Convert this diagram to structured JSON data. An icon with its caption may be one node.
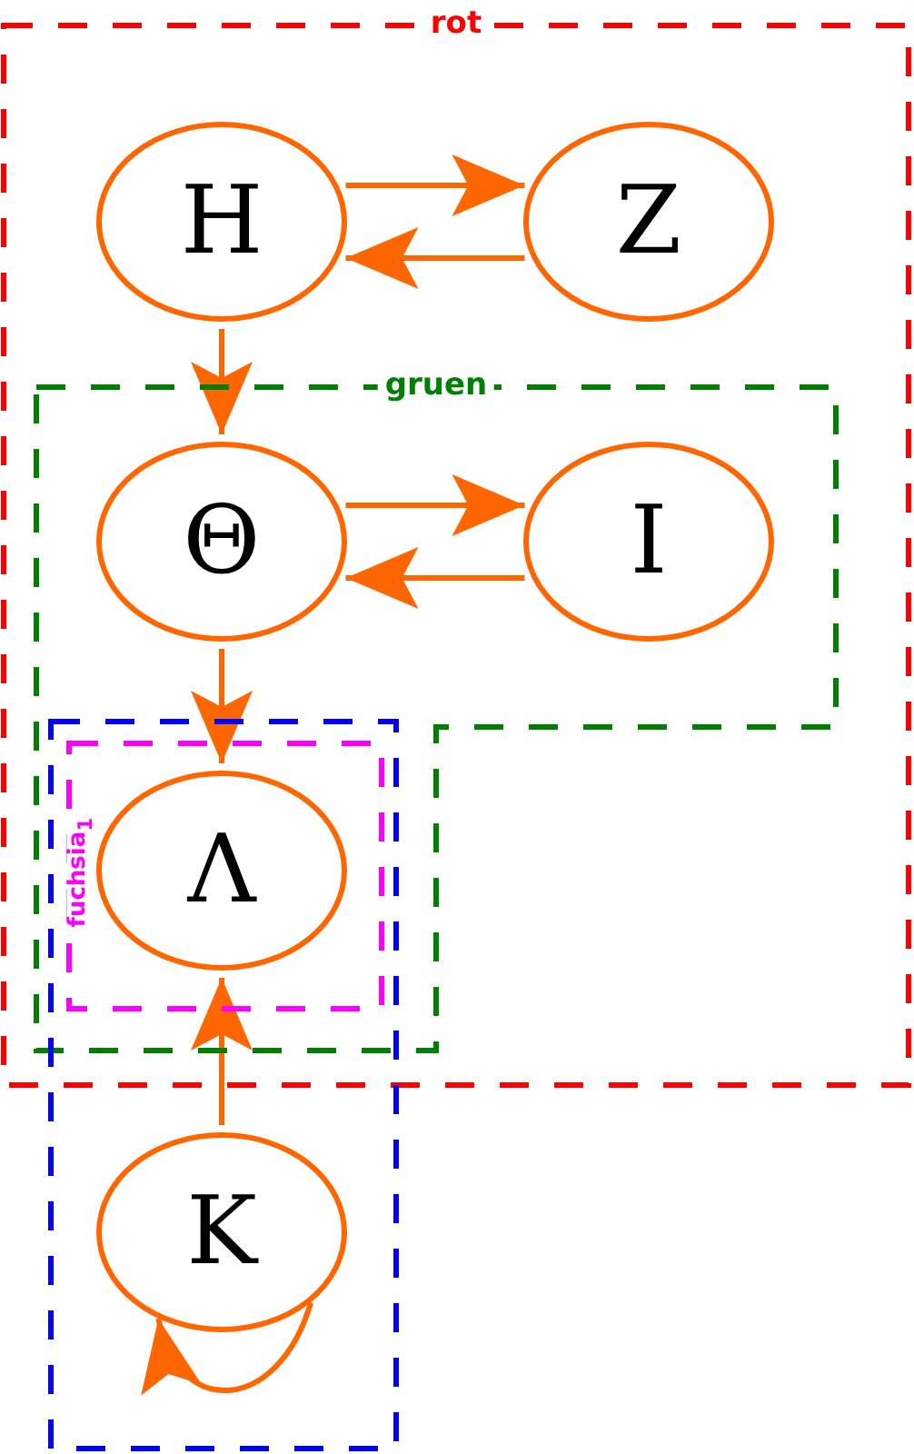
{
  "diagram": {
    "nodes": [
      {
        "text": [
          "rot"
        ]
      },
      {
        "text": [
          "H"
        ],
        "in": 0
      },
      {
        "text": [
          "Z"
        ],
        "in": 0
      },
      {
        "text": [
          "gruen"
        ],
        "in": 0
      },
      {
        "text": [
          "Θ"
        ],
        "in": 3
      },
      {
        "text": [
          "I"
        ],
        "in": 3
      },
      {
        "text": [],
        "shape": "box"
      },
      {
        "text": [
          "fuchsia$_{1}$"
        ]
      },
      {
        "text": [
          "Λ"
        ],
        "in": 7
      },
      {
        "text": [
          "K"
        ],
        "in": 6
      }
    ],
    "edges": [
      {
        "from": 1,
        "to": 2,
        "arrow": "to"
      },
      {
        "from": 2,
        "to": 1,
        "arrow": "to"
      },
      {
        "from": 1,
        "to": 4,
        "arrow": "to"
      },
      {
        "from": 4,
        "to": 5,
        "arrow": "to"
      },
      {
        "from": 5,
        "to": 4,
        "arrow": "to"
      },
      {
        "from": 4,
        "to": 8,
        "arrow": "to"
      },
      {
        "from": 9,
        "to": 8,
        "arrow": "to"
      },
      {
        "from": 9,
        "to": 9,
        "arrow": "to"
      }
    ]
  }
}
